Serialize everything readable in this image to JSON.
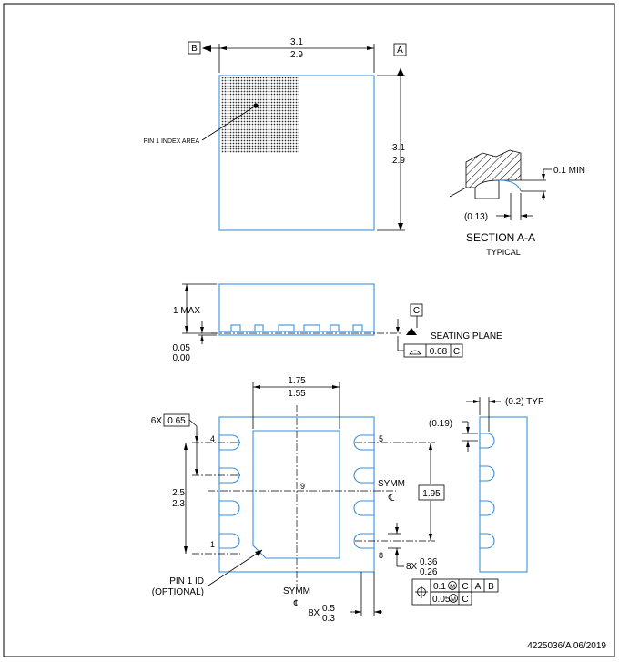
{
  "datums": {
    "a": "A",
    "b": "B",
    "c": "C"
  },
  "top_view": {
    "width_max": "3.1",
    "width_min": "2.9",
    "height_max": "3.1",
    "height_min": "2.9",
    "pin1_label": "PIN 1 INDEX AREA"
  },
  "section": {
    "min_label": "0.1 MIN",
    "ref_dim": "(0.13)",
    "title": "SECTION A-A",
    "subtitle": "TYPICAL"
  },
  "side_view": {
    "max_height": "1 MAX",
    "standoff_max": "0.05",
    "standoff_min": "0.00",
    "seating_plane": "SEATING PLANE",
    "flatness_value": "0.08",
    "flatness_datum": "C"
  },
  "bottom_view": {
    "pad_width_max": "1.75",
    "pad_width_min": "1.55",
    "pitch_prefix": "6X",
    "pitch": "0.65",
    "span_max": "2.5",
    "span_min": "2.3",
    "pad_height": "1.95",
    "pins": {
      "p1": "1",
      "p4": "4",
      "p5": "5",
      "p8": "8",
      "p9": "9"
    },
    "symm": "SYMM",
    "centerline": "℄",
    "lead_len_prefix": "8X",
    "lead_len_max": "0.36",
    "lead_len_min": "0.26",
    "lead_w_prefix": "8X",
    "lead_w_max": "0.5",
    "lead_w_min": "0.3",
    "pin1_id": "PIN 1 ID",
    "pin1_optional": "(OPTIONAL)",
    "fcf1_value": "0.1",
    "fcf1_datums": [
      "C",
      "A",
      "B"
    ],
    "fcf2_value": "0.05",
    "fcf2_datum": "C"
  },
  "end_view": {
    "typ": "(0.2) TYP",
    "ref": "(0.19)"
  },
  "footer": {
    "doc_id": "4225036/A  06/2019"
  }
}
